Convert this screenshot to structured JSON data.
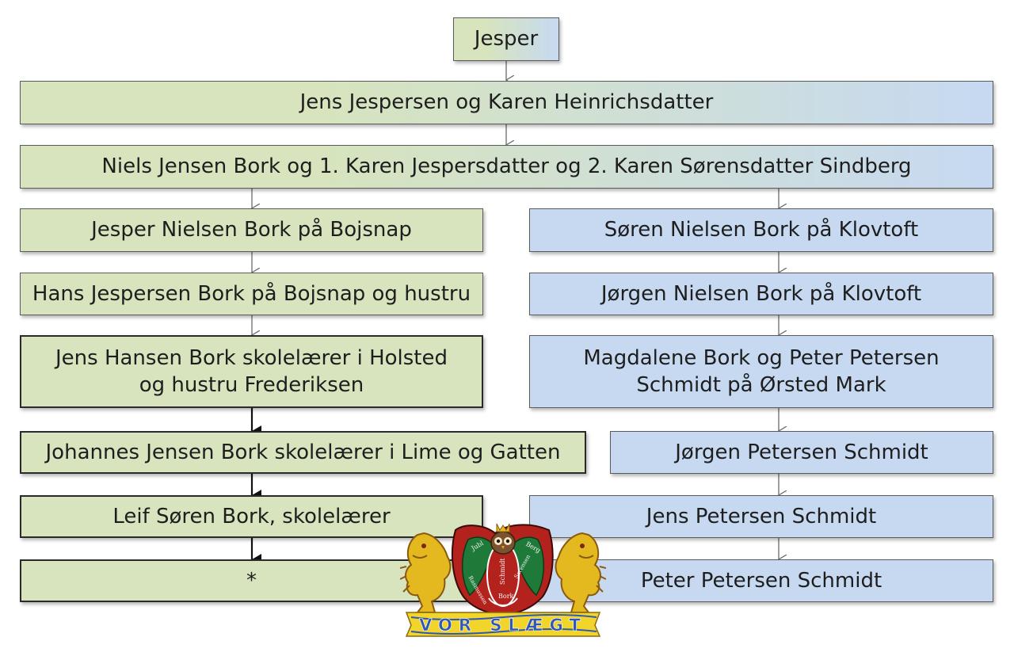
{
  "root": "Jesper",
  "generation1": "Jens Jespersen og Karen Heinrichsdatter",
  "generation2": "Niels Jensen Bork og 1. Karen Jespersdatter og 2. Karen Sørensdatter Sindberg",
  "left_branch": [
    "Jesper Nielsen Bork på Bojsnap",
    "Hans Jespersen Bork på Bojsnap og hustru",
    "Jens Hansen Bork skolelærer i Holsted og hustru Frederiksen",
    "Johannes Jensen Bork skolelærer i Lime og Gatten",
    "Leif Søren Bork, skolelærer",
    "*"
  ],
  "right_branch": [
    "Søren Nielsen Bork på Klovtoft",
    "Jørgen Nielsen Bork på Klovtoft",
    "Magdalene Bork og Peter Petersen Schmidt på Ørsted Mark",
    "Jørgen Petersen Schmidt",
    "Jens Petersen Schmidt",
    "Peter Petersen Schmidt"
  ],
  "logo": {
    "banner_text": "VOR SLÆGT",
    "shield_words": [
      "Jubl",
      "Bork",
      "Schmidt",
      "Rasmussen",
      "Sørensen",
      "Berg"
    ]
  },
  "colors": {
    "green": "#d7e4bd",
    "blue": "#c6d9f1",
    "border": "#5a5a5a",
    "banner": "#f2d52a",
    "banner_text": "#2f57b8",
    "shield_red": "#b3221c",
    "shield_green": "#1f7a3a"
  }
}
